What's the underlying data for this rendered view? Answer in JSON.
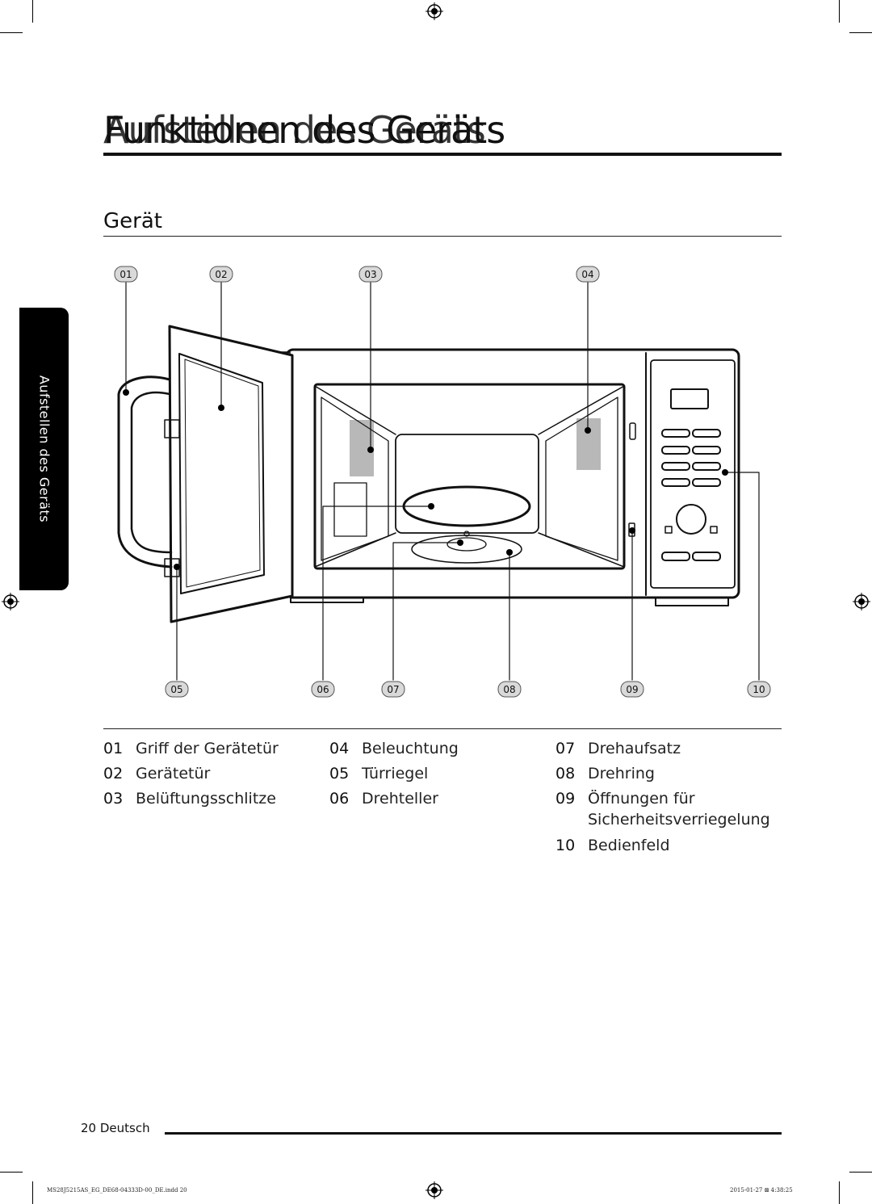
{
  "page": {
    "title_back": "Funktionen des Geräts",
    "title_front": "Aufstellen des Geräts",
    "section_heading": "Gerät",
    "side_tab": "Aufstellen des Geräts"
  },
  "callouts": [
    "01",
    "02",
    "03",
    "04",
    "05",
    "06",
    "07",
    "08",
    "09",
    "10"
  ],
  "legend": [
    {
      "num": "01",
      "text": "Griff der Gerätetür"
    },
    {
      "num": "02",
      "text": "Gerätetür"
    },
    {
      "num": "03",
      "text": "Belüftungsschlitze"
    },
    {
      "num": "04",
      "text": "Beleuchtung"
    },
    {
      "num": "05",
      "text": "Türriegel"
    },
    {
      "num": "06",
      "text": "Drehteller"
    },
    {
      "num": "07",
      "text": "Drehaufsatz"
    },
    {
      "num": "08",
      "text": "Drehring"
    },
    {
      "num": "09",
      "text": "Öffnungen für",
      "text2": "Sicherheitsverriegelung"
    },
    {
      "num": "10",
      "text": "Bedienfeld"
    }
  ],
  "footer": {
    "page_label": "20 Deutsch",
    "slug_left": "MS28J5215AS_EG_DE68-04333D-00_DE.indd   20",
    "slug_right": "2015-01-27   ⊠ 4:38:25"
  }
}
